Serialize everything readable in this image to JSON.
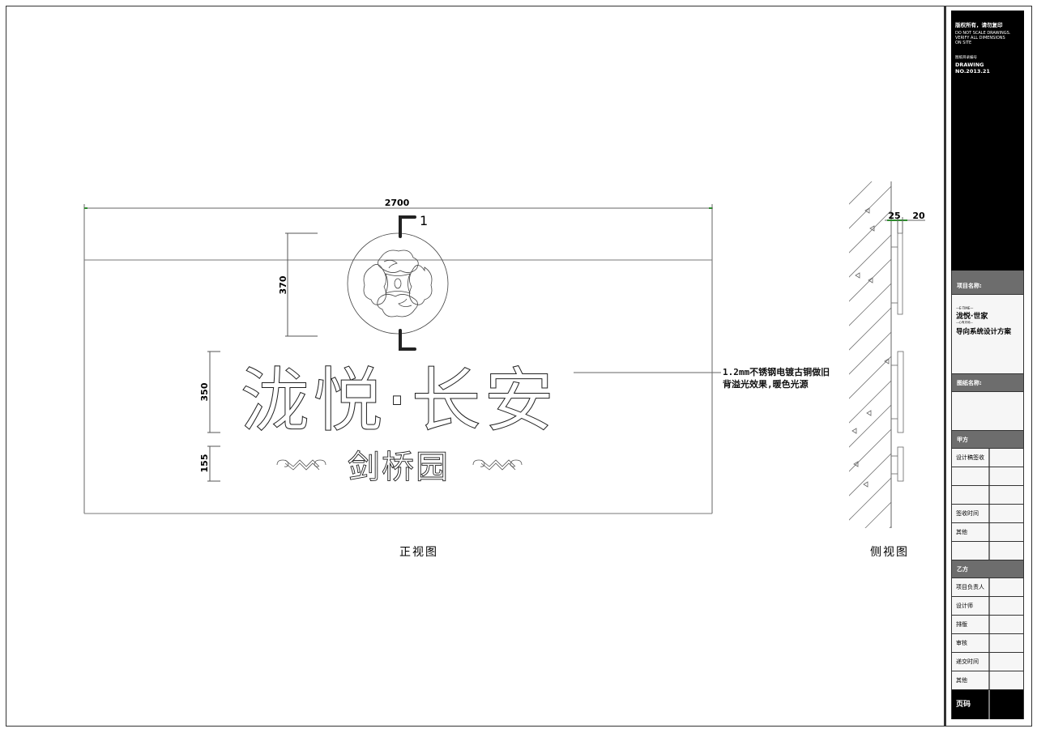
{
  "drawing": {
    "front_view_label": "正视图",
    "side_view_label": "侧视图",
    "section_marker": "1",
    "sign": {
      "main_text": "泷悦·长安",
      "sub_text": "剑桥园"
    },
    "dimensions": {
      "total_width": "2700",
      "logo_height": "370",
      "main_text_height": "350",
      "sub_text_height": "155",
      "side_gap": "25",
      "side_thickness": "20"
    },
    "callout": {
      "line1": "1.2mm不锈钢电镀古铜做旧",
      "line2": "背溢光效果,暖色光源"
    },
    "colors": {
      "line": "#555555",
      "dim_tick": "#2e8b2e",
      "marker": "#222222"
    }
  },
  "title_block": {
    "copyright": "版权所有，请勿复印",
    "warning_line1": "DO NOT SCALE DRAWINGS.",
    "warning_line2": "VERIFY ALL DIMENSIONS",
    "warning_line3": "ON SITE",
    "drawing_no_label": "图纸目录编号",
    "drawing_no": "DRAWING NO.2013.21",
    "project_name_label": "项目名称:",
    "logo_top": "—E·TIME—",
    "logo_main": "泷悦·世家",
    "logo_sub": "—心有天地—",
    "project_name": "导向系统设计方案",
    "drawing_name_label": "图纸名称:",
    "party_a_label": "甲方",
    "party_a_rows": [
      "设计稿签收",
      "",
      "",
      "签收时间",
      "其他",
      ""
    ],
    "party_b_label": "乙方",
    "party_b_rows": [
      "项目负责人",
      "设计师",
      "排版",
      "审核",
      "递交时间",
      "其他"
    ],
    "page_label": "页码"
  }
}
